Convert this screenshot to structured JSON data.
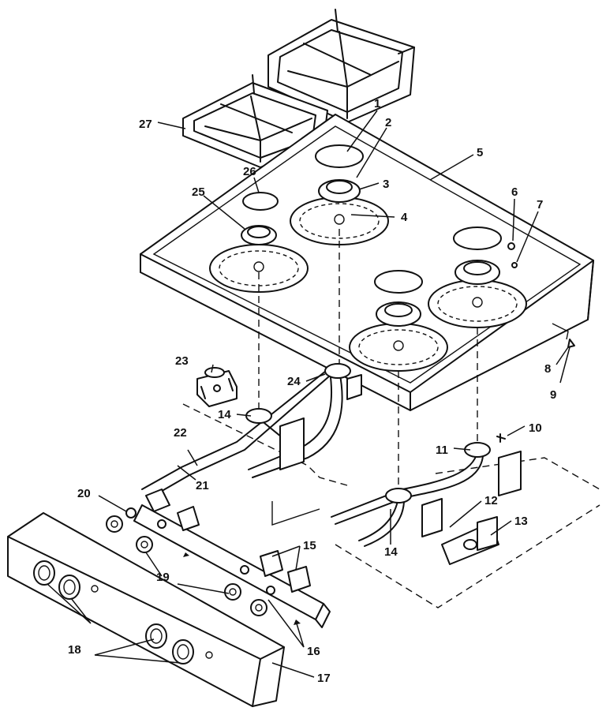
{
  "callouts": [
    "1",
    "2",
    "3",
    "4",
    "5",
    "6",
    "7",
    "8",
    "9",
    "10",
    "11",
    "12",
    "13",
    "14",
    "14",
    "15",
    "16",
    "17",
    "18",
    "19",
    "20",
    "21",
    "22",
    "23",
    "24",
    "25",
    "26",
    "27"
  ]
}
